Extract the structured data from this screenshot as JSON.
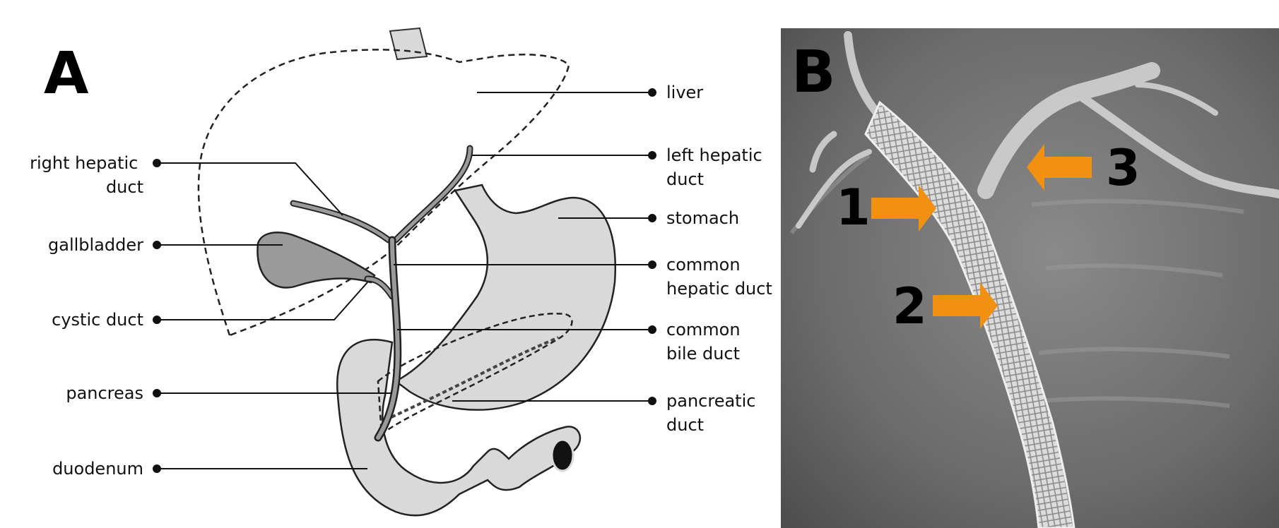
{
  "panel_a": {
    "letter": "A",
    "labels_left": [
      {
        "id": "right-hepatic-duct",
        "lines": [
          "right hepatic",
          "duct"
        ]
      },
      {
        "id": "gallbladder",
        "lines": [
          "gallbladder"
        ]
      },
      {
        "id": "cystic-duct",
        "lines": [
          "cystic duct"
        ]
      },
      {
        "id": "pancreas",
        "lines": [
          "pancreas"
        ]
      },
      {
        "id": "duodenum",
        "lines": [
          "duodenum"
        ]
      }
    ],
    "labels_right": [
      {
        "id": "liver",
        "lines": [
          "liver"
        ]
      },
      {
        "id": "left-hepatic-duct",
        "lines": [
          "left hepatic",
          "duct"
        ]
      },
      {
        "id": "stomach",
        "lines": [
          "stomach"
        ]
      },
      {
        "id": "common-hepatic-duct",
        "lines": [
          "common",
          "hepatic duct"
        ]
      },
      {
        "id": "common-bile-duct",
        "lines": [
          "common",
          "bile duct"
        ]
      },
      {
        "id": "pancreatic-duct",
        "lines": [
          "pancreatic",
          "duct"
        ]
      }
    ]
  },
  "panel_b": {
    "letter": "B",
    "arrows": [
      {
        "number": "1",
        "direction": "right"
      },
      {
        "number": "2",
        "direction": "right"
      },
      {
        "number": "3",
        "direction": "left"
      }
    ],
    "colors": {
      "arrow": "#f29111",
      "background": "#6e6e6e",
      "stent": "#e9e9e9"
    }
  }
}
